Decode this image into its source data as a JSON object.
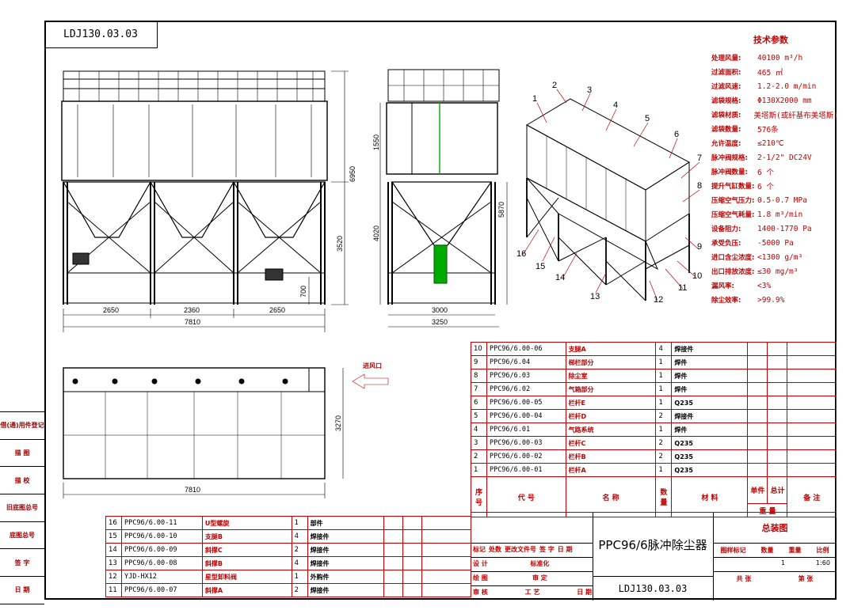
{
  "drawing": {
    "number": "LDJ130.03.03",
    "title": "PPC96/6脉冲除尘器",
    "sheet_name": "总装图",
    "scale": "1:60",
    "quantity": "1",
    "side_labels": [
      "借(通)用件登记",
      "描 图",
      "描 校",
      "旧底图总号",
      "底图总号",
      "签 字",
      "日 期"
    ]
  },
  "technical_parameters": {
    "title": "技术参数",
    "rows": [
      {
        "k": "处理风量:",
        "v": "40100 m³/h"
      },
      {
        "k": "过滤面积:",
        "v": "465 ㎡"
      },
      {
        "k": "过滤风速:",
        "v": "1.2-2.0 m/min"
      },
      {
        "k": "滤袋规格:",
        "v": "Φ130X2000 mm"
      },
      {
        "k": "滤袋材质:",
        "v": "美塔斯(或纤基布美塔斯)"
      },
      {
        "k": "滤袋数量:",
        "v": "576条"
      },
      {
        "k": "允许温度:",
        "v": "≤210℃"
      },
      {
        "k": "脉冲阀规格:",
        "v": "2-1/2\"  DC24V"
      },
      {
        "k": "脉冲阀数量:",
        "v": "6 个"
      },
      {
        "k": "提升气缸数量:",
        "v": "6 个"
      },
      {
        "k": "压缩空气压力:",
        "v": "0.5-0.7 MPa"
      },
      {
        "k": "压缩空气耗量:",
        "v": "1.8 m³/min"
      },
      {
        "k": "设备阻力:",
        "v": "1400-1770 Pa"
      },
      {
        "k": "承受负压:",
        "v": "-5000 Pa"
      },
      {
        "k": "进口含尘浓度:",
        "v": "<1300 g/m³"
      },
      {
        "k": "出口排放浓度:",
        "v": "≤30 mg/m³"
      },
      {
        "k": "漏风率:",
        "v": "<3%"
      },
      {
        "k": "除尘效率:",
        "v": ">99.9%"
      }
    ]
  },
  "dimensions": {
    "front": {
      "total_height": "6950",
      "lower_height": "3520",
      "inlet_height": "700",
      "spans": [
        "2650",
        "2360",
        "2650"
      ],
      "total_width": "7810"
    },
    "side": {
      "upper_height": "1550",
      "lower_height": "4020",
      "total_height": "5870",
      "inner_width": "3000",
      "total_width": "3250"
    },
    "top": {
      "width": "7810",
      "depth": "3270",
      "inlet_label": "进风口"
    }
  },
  "callouts": [
    "1",
    "2",
    "3",
    "4",
    "5",
    "6",
    "7",
    "8",
    "9",
    "10",
    "11",
    "12",
    "13",
    "14",
    "15",
    "16"
  ],
  "bom_upper": {
    "rows": [
      {
        "no": "10",
        "code": "PPC96/6.00-06",
        "name": "支腿A",
        "qty": "4",
        "mat": "焊接件"
      },
      {
        "no": "9",
        "code": "PPC96/6.04",
        "name": "梯栏部分",
        "qty": "1",
        "mat": "焊件"
      },
      {
        "no": "8",
        "code": "PPC96/6.03",
        "name": "除尘室",
        "qty": "1",
        "mat": "焊件"
      },
      {
        "no": "7",
        "code": "PPC96/6.02",
        "name": "气箱部分",
        "qty": "1",
        "mat": "焊件"
      },
      {
        "no": "6",
        "code": "PPC96/6.00-05",
        "name": "栏杆E",
        "qty": "1",
        "mat": "Q235"
      },
      {
        "no": "5",
        "code": "PPC96/6.00-04",
        "name": "栏杆D",
        "qty": "2",
        "mat": "焊接件"
      },
      {
        "no": "4",
        "code": "PPC96/6.01",
        "name": "气路系统",
        "qty": "1",
        "mat": "焊件"
      },
      {
        "no": "3",
        "code": "PPC96/6.00-03",
        "name": "栏杆C",
        "qty": "2",
        "mat": "Q235"
      },
      {
        "no": "2",
        "code": "PPC96/6.00-02",
        "name": "栏杆B",
        "qty": "2",
        "mat": "Q235"
      },
      {
        "no": "1",
        "code": "PPC96/6.00-01",
        "name": "栏杆A",
        "qty": "1",
        "mat": "Q235"
      }
    ],
    "header": {
      "no": "序号",
      "code": "代 号",
      "name": "名 称",
      "qty": "数量",
      "mat": "材 料",
      "unit": "单件",
      "total": "总计",
      "weight": "重 量",
      "remark": "备 注"
    }
  },
  "bom_lower": {
    "rows": [
      {
        "no": "16",
        "code": "PPC96/6.00-11",
        "name": "U型螺旋",
        "qty": "1",
        "mat": "部件"
      },
      {
        "no": "15",
        "code": "PPC96/6.00-10",
        "name": "支腿B",
        "qty": "4",
        "mat": "焊接件"
      },
      {
        "no": "14",
        "code": "PPC96/6.00-09",
        "name": "斜撑C",
        "qty": "2",
        "mat": "焊接件"
      },
      {
        "no": "13",
        "code": "PPC96/6.00-08",
        "name": "斜撑B",
        "qty": "4",
        "mat": "焊接件"
      },
      {
        "no": "12",
        "code": "YJD-HX12",
        "name": "星型卸料阀",
        "qty": "1",
        "mat": "外购件"
      },
      {
        "no": "11",
        "code": "PPC96/6.00-07",
        "name": "斜撑A",
        "qty": "2",
        "mat": "焊接件"
      }
    ]
  },
  "title_block": {
    "labels": [
      "标记",
      "处数",
      "更改文件号",
      "签 字",
      "日 期",
      "设 计",
      "标准化",
      "绘 图",
      "审 定",
      "审 核",
      "工 艺",
      "日 期",
      "图样标记",
      "数量",
      "重量",
      "比例",
      "共 张",
      "第 张"
    ]
  }
}
